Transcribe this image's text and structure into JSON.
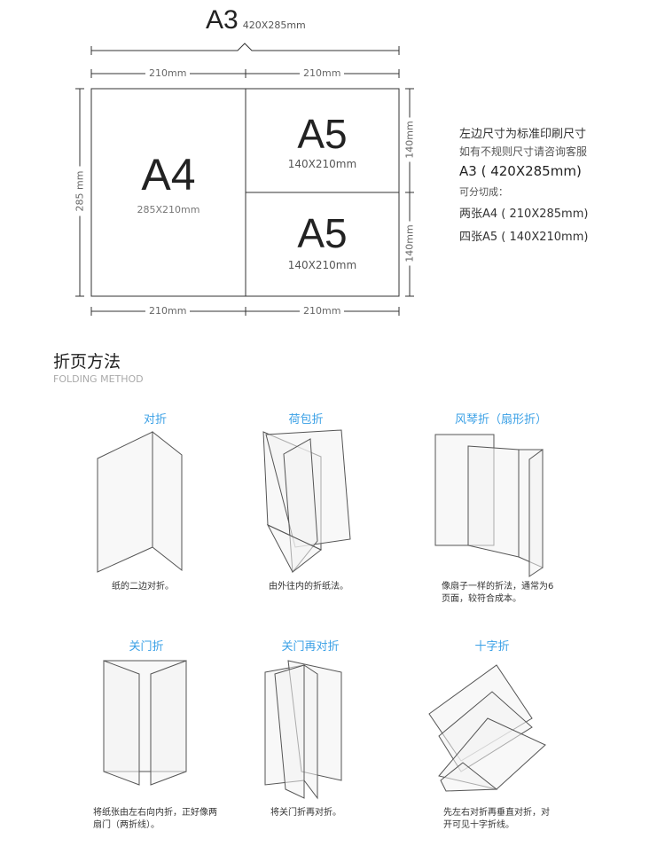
{
  "diagram": {
    "a3_label": "A3",
    "a3_size": "420X285mm",
    "top_dim_left": "210mm",
    "top_dim_right": "210mm",
    "bottom_dim_left": "210mm",
    "bottom_dim_right": "210mm",
    "left_dim": "285 mm",
    "right_dim_top": "140mm",
    "right_dim_bottom": "140mm",
    "a4_label": "A4",
    "a4_size": "285X210mm",
    "a5_top_label": "A5",
    "a5_top_size": "140X210mm",
    "a5_bottom_label": "A5",
    "a5_bottom_size": "140X210mm"
  },
  "side_notes": {
    "line1": "左边尺寸为标准印刷尺寸",
    "line2": "如有不规则尺寸请咨询客服",
    "line3": "A3 ( 420X285mm)",
    "line4": "可分切成：",
    "line5": "两张A4 ( 210X285mm)",
    "line6": "四张A5 ( 140X210mm)"
  },
  "section": {
    "title": "折页方法",
    "subtitle": "FOLDING METHOD"
  },
  "folds": [
    {
      "title": "对折",
      "desc": "纸的二边对折。"
    },
    {
      "title": "荷包折",
      "desc": "由外往内的折纸法。"
    },
    {
      "title": "风琴折（扇形折）",
      "desc": "像扇子一样的折法，通常为6页面，较符合成本。"
    },
    {
      "title": "关门折",
      "desc": "将纸张由左右向内折，正好像两扇门（两折线）。"
    },
    {
      "title": "关门再对折",
      "desc": "将关门折再对折。"
    },
    {
      "title": "十字折",
      "desc": "先左右对折再垂直对折，对开可见十字折线。"
    }
  ],
  "colors": {
    "accent": "#3aa0e6",
    "line": "#333333"
  }
}
